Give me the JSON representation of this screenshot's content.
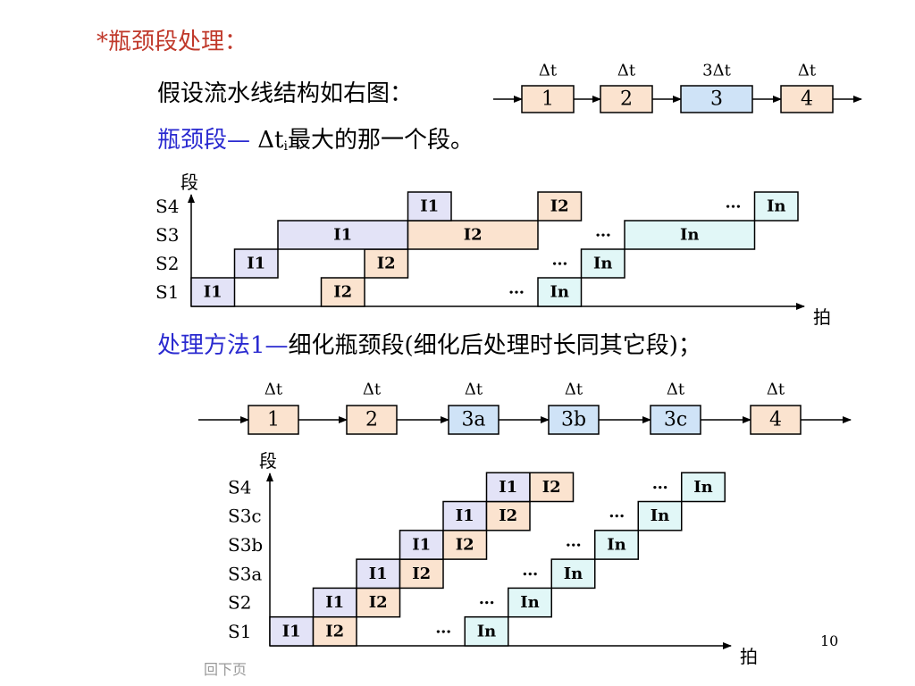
{
  "title": "*瓶颈段处理：",
  "intro": "假设流水线结构如右图：",
  "bottleneck": {
    "term": "瓶颈段—",
    "delta": "Δt",
    "subscript": "i",
    "rest": "最大的那一个段。"
  },
  "method": {
    "label": "处理方法1—",
    "rest": "细化瓶颈段(细化后处理时长同其它段)；"
  },
  "colors": {
    "stage_fill": "#fbe3cf",
    "bottleneck_fill": "#cfe3f7",
    "i1_fill": "#e3e3f7",
    "i2_fill": "#fbe3cf",
    "in_fill": "#e1f7f7"
  },
  "pipeline1": {
    "stages": [
      {
        "label": "1",
        "time": "Δt"
      },
      {
        "label": "2",
        "time": "Δt"
      },
      {
        "label": "3",
        "time": "3Δt"
      },
      {
        "label": "4",
        "time": "Δt"
      }
    ]
  },
  "pipeline2": {
    "stages": [
      {
        "label": "1",
        "time": "Δt"
      },
      {
        "label": "2",
        "time": "Δt"
      },
      {
        "label": "3a",
        "time": "Δt"
      },
      {
        "label": "3b",
        "time": "Δt"
      },
      {
        "label": "3c",
        "time": "Δt"
      },
      {
        "label": "4",
        "time": "Δt"
      }
    ]
  },
  "diagram1": {
    "y_label": "段",
    "x_label": "拍",
    "rows": [
      "S4",
      "S3",
      "S2",
      "S1"
    ],
    "ellipsis": "…",
    "blocks": [
      {
        "row": "S1",
        "label": "I1",
        "start": 0,
        "len": 1
      },
      {
        "row": "S1",
        "label": "I2",
        "start": 3,
        "len": 1
      },
      {
        "row": "S1",
        "label": "In",
        "start": 8,
        "len": 1
      },
      {
        "row": "S2",
        "label": "I1",
        "start": 1,
        "len": 1
      },
      {
        "row": "S2",
        "label": "I2",
        "start": 4,
        "len": 1
      },
      {
        "row": "S2",
        "label": "In",
        "start": 9,
        "len": 1
      },
      {
        "row": "S3",
        "label": "I1",
        "start": 2,
        "len": 3
      },
      {
        "row": "S3",
        "label": "I2",
        "start": 5,
        "len": 3
      },
      {
        "row": "S3",
        "label": "In",
        "start": 10,
        "len": 3
      },
      {
        "row": "S4",
        "label": "I1",
        "start": 5,
        "len": 1
      },
      {
        "row": "S4",
        "label": "I2",
        "start": 8,
        "len": 1
      },
      {
        "row": "S4",
        "label": "In",
        "start": 13,
        "len": 1
      }
    ]
  },
  "diagram2": {
    "y_label": "段",
    "x_label": "拍",
    "rows": [
      "S4",
      "S3c",
      "S3b",
      "S3a",
      "S2",
      "S1"
    ],
    "ellipsis": "…",
    "blocks": [
      {
        "row": "S1",
        "label": "I1",
        "start": 0,
        "len": 1
      },
      {
        "row": "S1",
        "label": "I2",
        "start": 1,
        "len": 1
      },
      {
        "row": "S1",
        "label": "In",
        "start": 4.5,
        "len": 1
      },
      {
        "row": "S2",
        "label": "I1",
        "start": 1,
        "len": 1
      },
      {
        "row": "S2",
        "label": "I2",
        "start": 2,
        "len": 1
      },
      {
        "row": "S2",
        "label": "In",
        "start": 5.5,
        "len": 1
      },
      {
        "row": "S3a",
        "label": "I1",
        "start": 2,
        "len": 1
      },
      {
        "row": "S3a",
        "label": "I2",
        "start": 3,
        "len": 1
      },
      {
        "row": "S3a",
        "label": "In",
        "start": 6.5,
        "len": 1
      },
      {
        "row": "S3b",
        "label": "I1",
        "start": 3,
        "len": 1
      },
      {
        "row": "S3b",
        "label": "I2",
        "start": 4,
        "len": 1
      },
      {
        "row": "S3b",
        "label": "In",
        "start": 7.5,
        "len": 1
      },
      {
        "row": "S3c",
        "label": "I1",
        "start": 4,
        "len": 1
      },
      {
        "row": "S3c",
        "label": "I2",
        "start": 5,
        "len": 1
      },
      {
        "row": "S3c",
        "label": "In",
        "start": 8.5,
        "len": 1
      },
      {
        "row": "S4",
        "label": "I1",
        "start": 5,
        "len": 1
      },
      {
        "row": "S4",
        "label": "I2",
        "start": 6,
        "len": 1
      },
      {
        "row": "S4",
        "label": "In",
        "start": 9.5,
        "len": 1
      }
    ]
  },
  "page_number": "10",
  "nav_back": "回下页"
}
